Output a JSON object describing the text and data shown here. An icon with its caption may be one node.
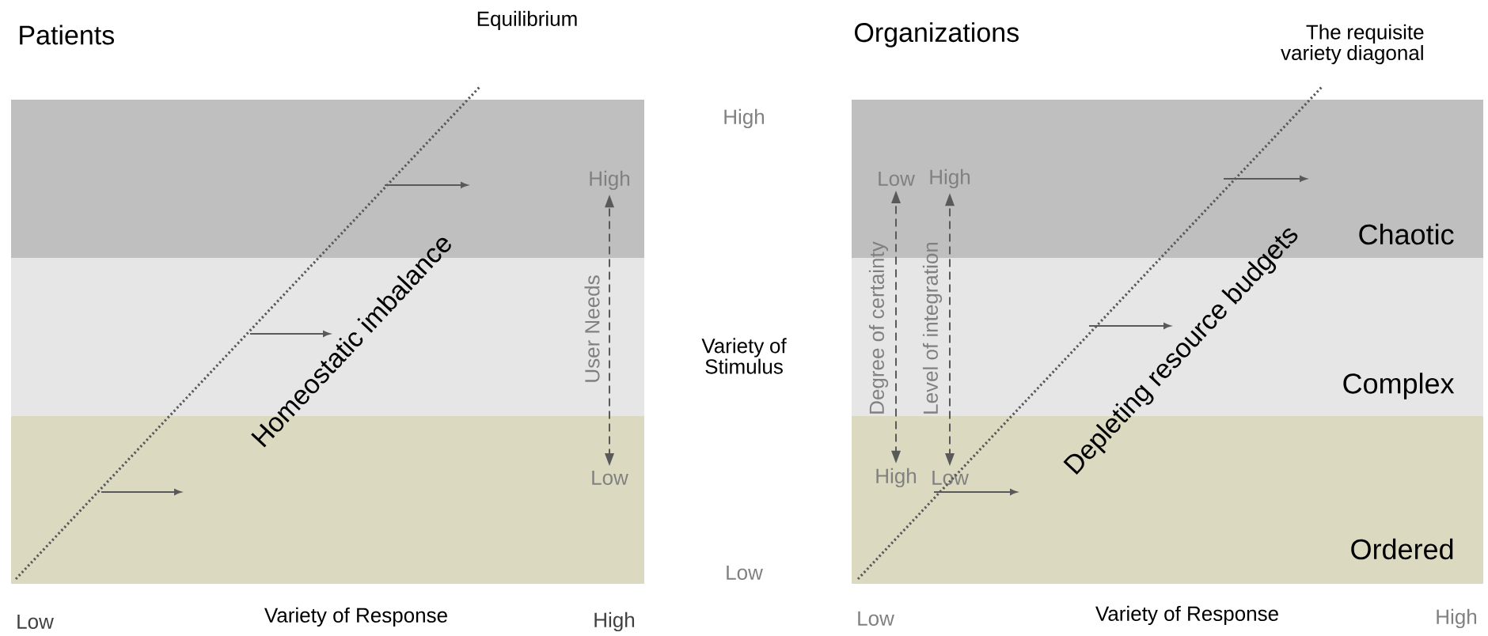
{
  "diagram": {
    "nodes": [
      {
        "text": [
          "High"
        ]
      },
      {
        "text": [
          "Low"
        ]
      },
      {
        "text": [
          "Low"
        ]
      },
      {
        "text": [
          "High"
        ]
      },
      {
        "text": [
          "High"
        ]
      },
      {
        "text": [
          "Low"
        ]
      }
    ],
    "edges": [
      {
        "from": 1,
        "to": 0,
        "arrow": "both",
        "label": "User Needs",
        "style": "dashed"
      },
      {
        "from": 4,
        "to": 2,
        "arrow": "both",
        "label": "Degree of certainty",
        "style": "dashed"
      },
      {
        "from": 5,
        "to": 3,
        "arrow": "both",
        "label": "Level of integration",
        "style": "dashed"
      }
    ],
    "labels": [
      "Patients",
      "Equilibrium",
      "Homeostatic imbalance",
      "Low",
      "Variety of Response",
      "High",
      "Organizations",
      "The requisite variety diagonal",
      "High",
      "Variety of Stimulus",
      "Chaotic",
      "Depleting resource budgets",
      "Complex",
      "Low",
      "Ordered",
      "Low",
      "Variety of Response",
      "High"
    ]
  }
}
